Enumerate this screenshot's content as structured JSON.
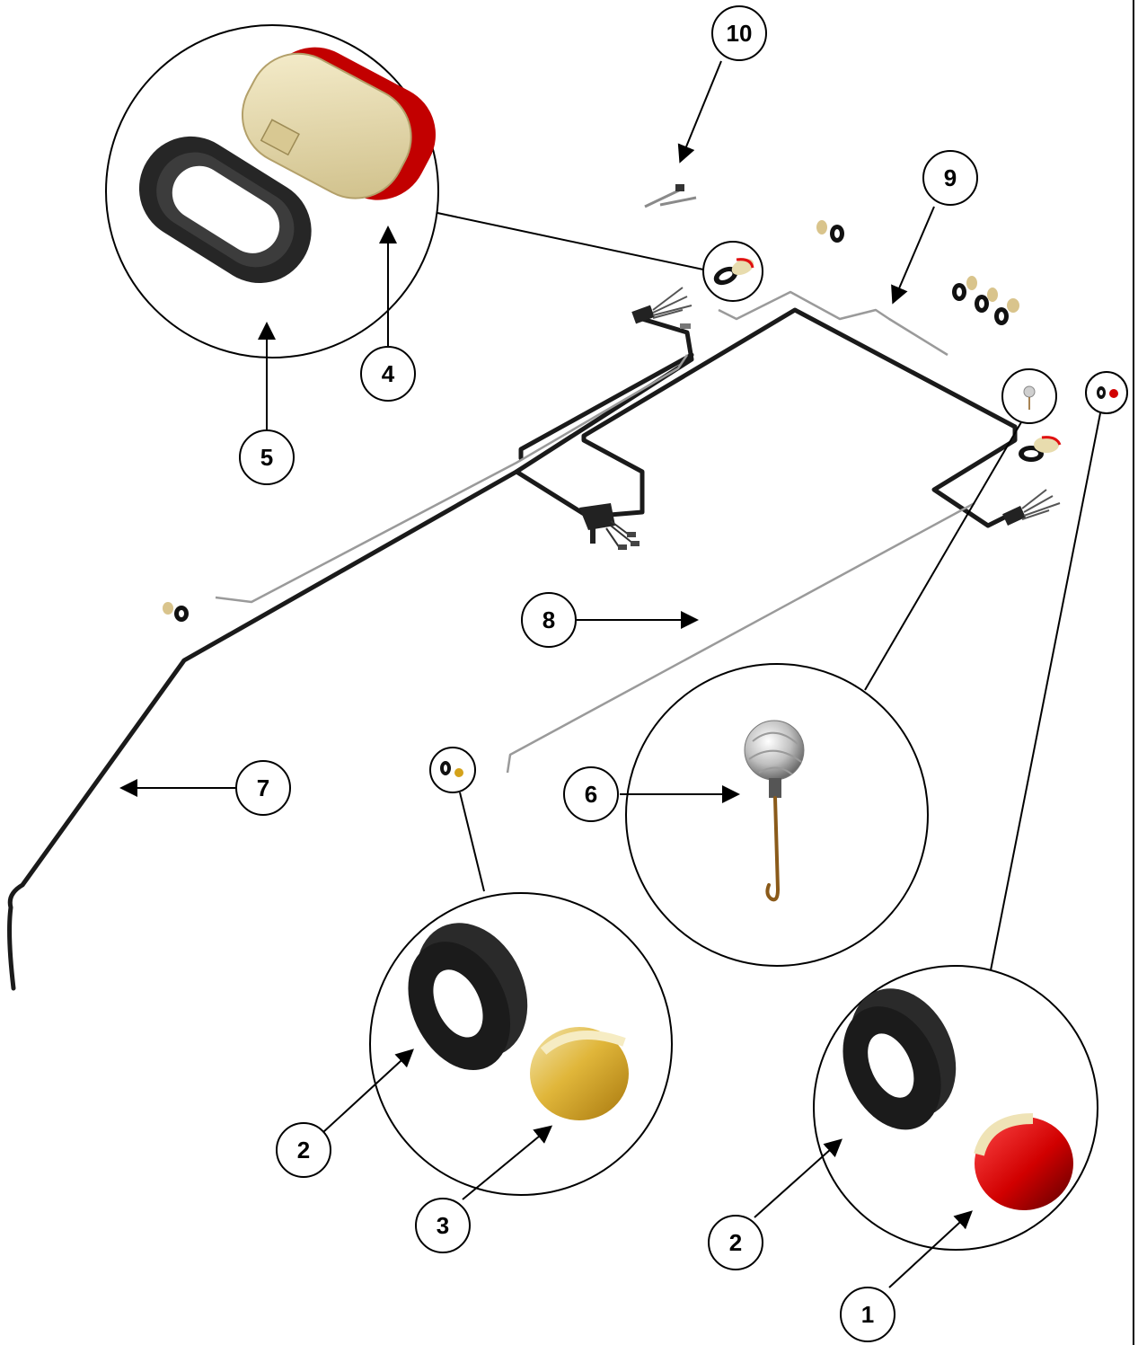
{
  "callouts": [
    {
      "id": "c10",
      "label": "10"
    },
    {
      "id": "c9",
      "label": "9"
    },
    {
      "id": "c4",
      "label": "4"
    },
    {
      "id": "c5",
      "label": "5"
    },
    {
      "id": "c8",
      "label": "8"
    },
    {
      "id": "c7",
      "label": "7"
    },
    {
      "id": "c6",
      "label": "6"
    },
    {
      "id": "c2a",
      "label": "2"
    },
    {
      "id": "c3",
      "label": "3"
    },
    {
      "id": "c2b",
      "label": "2"
    },
    {
      "id": "c1",
      "label": "1"
    }
  ],
  "colors": {
    "harness": "#1a1a1a",
    "wire": "#9a9a9a",
    "lens_red": "#e01010",
    "lens_amber": "#d4a21a",
    "housing_cream": "#e8dcae",
    "grommet": "#1e1e1e",
    "stem_brown": "#8a5a1a"
  }
}
